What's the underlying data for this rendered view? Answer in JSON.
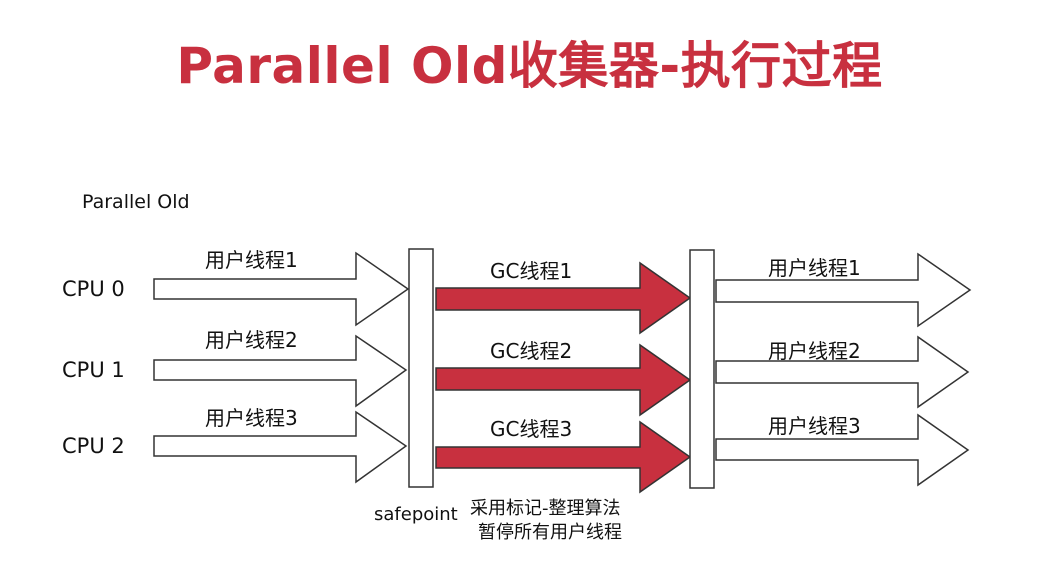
{
  "title": "Parallel Old收集器-执行过程",
  "subtitle": "Parallel Old",
  "cpus": [
    "CPU 0",
    "CPU 1",
    "CPU 2"
  ],
  "user_threads_before": [
    "用户线程1",
    "用户线程2",
    "用户线程3"
  ],
  "gc_threads": [
    "GC线程1",
    "GC线程2",
    "GC线程3"
  ],
  "user_threads_after": [
    "用户线程1",
    "用户线程2",
    "用户线程3"
  ],
  "safepoint_label": "safepoint",
  "algorithm_note": "采用标记-整理算法",
  "pause_note": "暂停所有用户线程",
  "colors": {
    "title": "#c8303f",
    "gc_arrow": "#c8303f",
    "outline": "#333333"
  }
}
